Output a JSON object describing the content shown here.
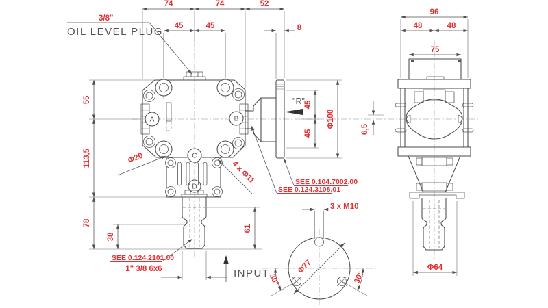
{
  "drawing": {
    "oil_plug_size": "3/8\"",
    "oil_plug_label": "OIL LEVEL PLUG",
    "input_label": "INPUT",
    "r_ref": "\"R\"",
    "ports": {
      "a": "A",
      "b": "B",
      "c": "C",
      "d": "D"
    },
    "callouts": {
      "see_flange": "SEE 0.104.7002.00",
      "see_gearbox": "SEE 0.124.3108.01",
      "see_shaft": "SEE 0.124.2101.00",
      "shaft_spec": "1\" 3/8 6x6"
    },
    "dims_front": {
      "top_74a": "74",
      "top_74b": "74",
      "top_52": "52",
      "sub_45a": "45",
      "sub_45b": "45",
      "flange_thk_8": "8",
      "left_55": "55",
      "left_113": "113,5",
      "left_78": "78",
      "shaft_38": "38",
      "shaft_61": "61",
      "boss_d20": "Φ20",
      "holes_d11": "4 x Φ11",
      "flange_d100": "Φ100",
      "flange_45a": "45",
      "flange_45b": "45"
    },
    "dims_side": {
      "w96": "96",
      "w48a": "48",
      "w48b": "48",
      "w75": "75",
      "off65": "6,5",
      "shaft_d64": "Φ64"
    },
    "dims_bottom": {
      "holes_m10": "3 x M10",
      "bolt_circle_d77": "Φ77",
      "angle_left": "30°",
      "angle_right": "30°"
    },
    "colors": {
      "dimension_text": "#e03234",
      "line_work": "#4a4a4a"
    }
  }
}
